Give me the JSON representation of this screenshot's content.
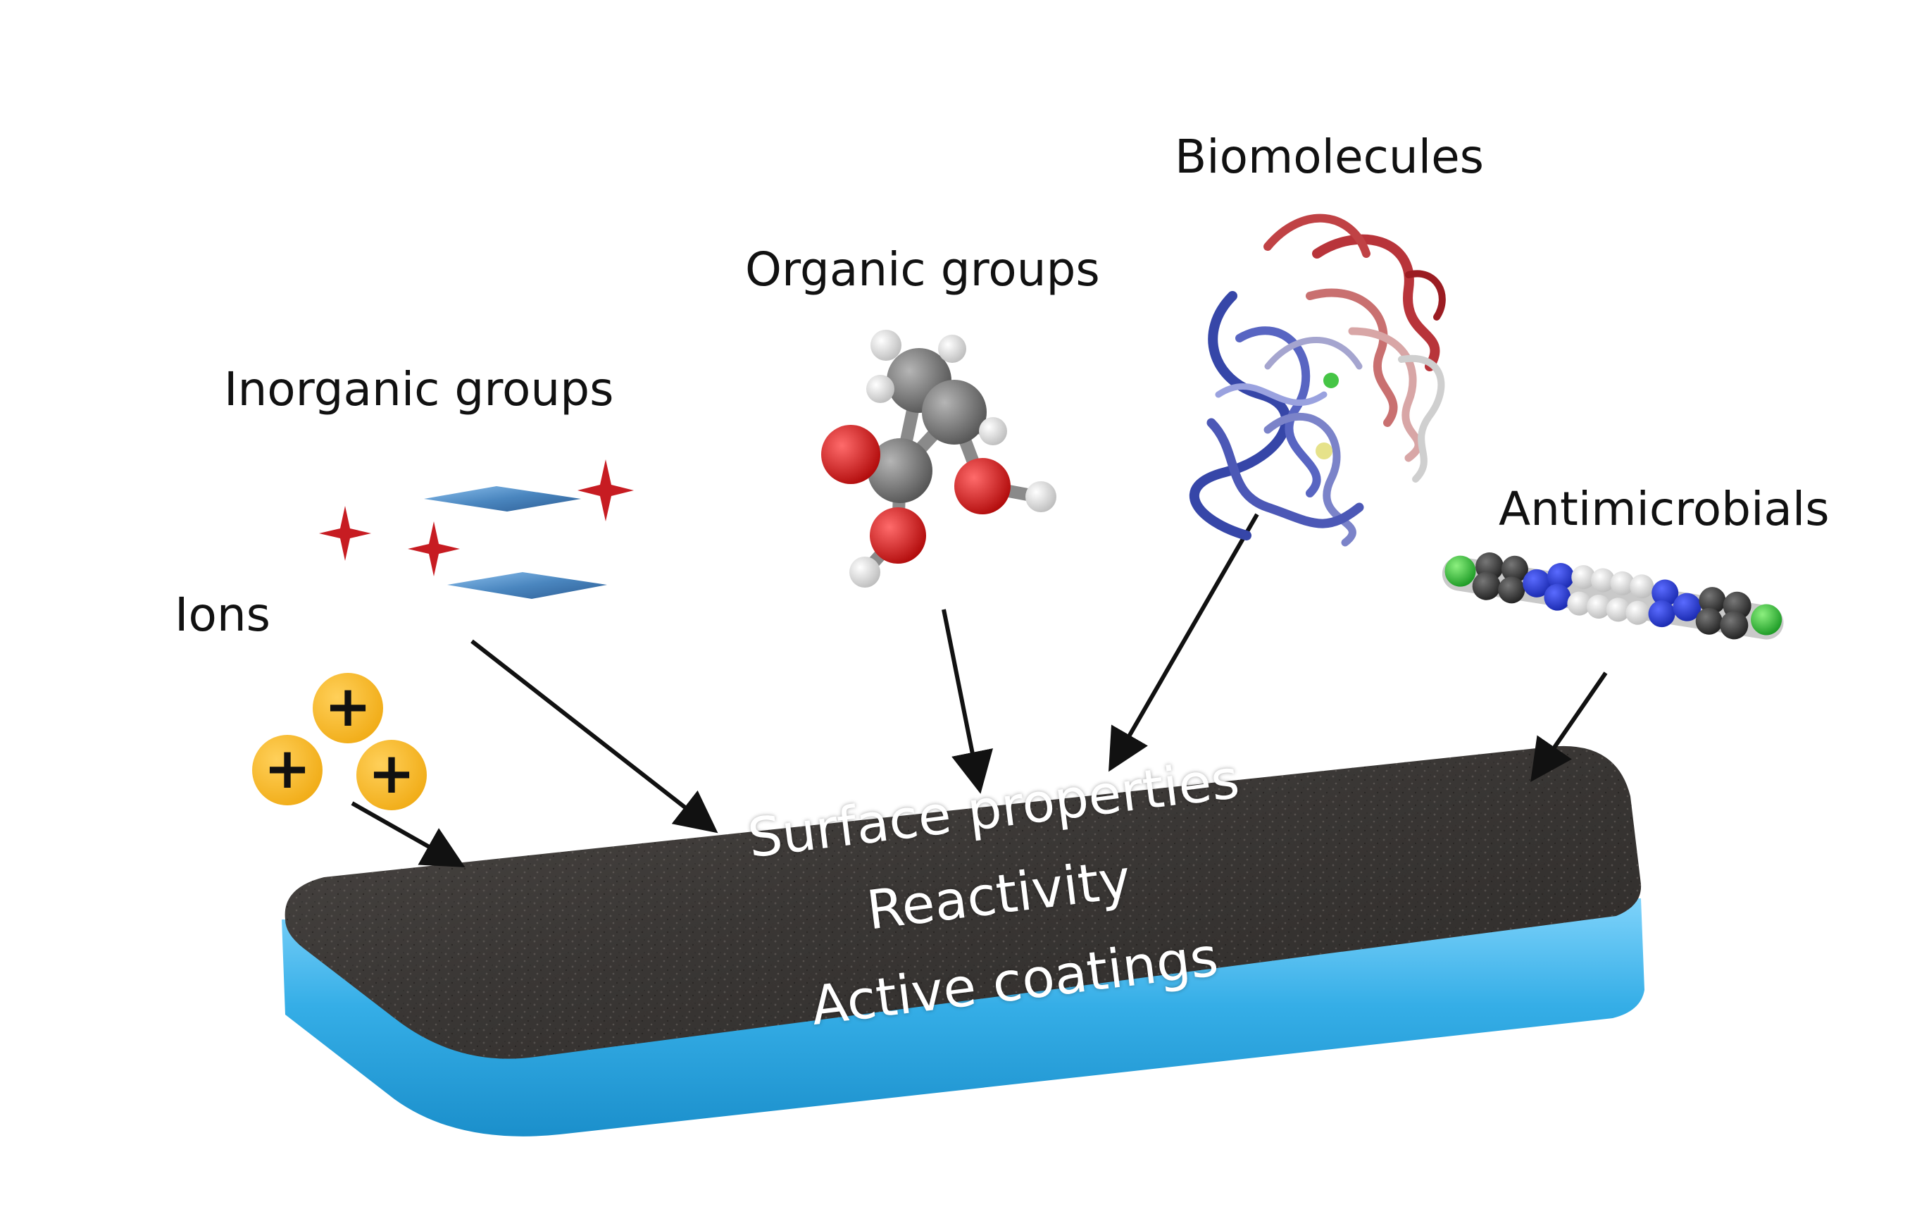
{
  "labels": {
    "biomolecules": "Biomolecules",
    "organic_groups": "Organic groups",
    "inorganic_groups": "Inorganic groups",
    "ions": "Ions",
    "antimicrobials": "Antimicrobials"
  },
  "surface": {
    "lines": [
      "Surface properties",
      "Reactivity",
      "Active coatings"
    ]
  },
  "ions": {
    "symbol": "+",
    "count": 3
  },
  "colors": {
    "slab_top": "#3b3836",
    "slab_edge": "#2fa6df",
    "ion_fill": "#f2b21b",
    "inorganic_star": "#c71c22",
    "inorganic_plate": "#4a86bf",
    "atom_carbon": "#666666",
    "atom_oxygen": "#d11515",
    "atom_hydrogen": "#f2f2f2",
    "protein_blue": "#3646a8",
    "protein_red": "#b8343a",
    "protein_pink": "#d8a6a6",
    "antimicrobial_green": "#2fbf3a",
    "arrow": "#111111"
  },
  "icons": {
    "protein": "protein-ribbon-icon",
    "molecule": "ball-and-stick-molecule-icon",
    "inorganic": "inorganic-cluster-icon",
    "ion": "cation-icon",
    "antimicrobial": "antimicrobial-chain-icon"
  }
}
